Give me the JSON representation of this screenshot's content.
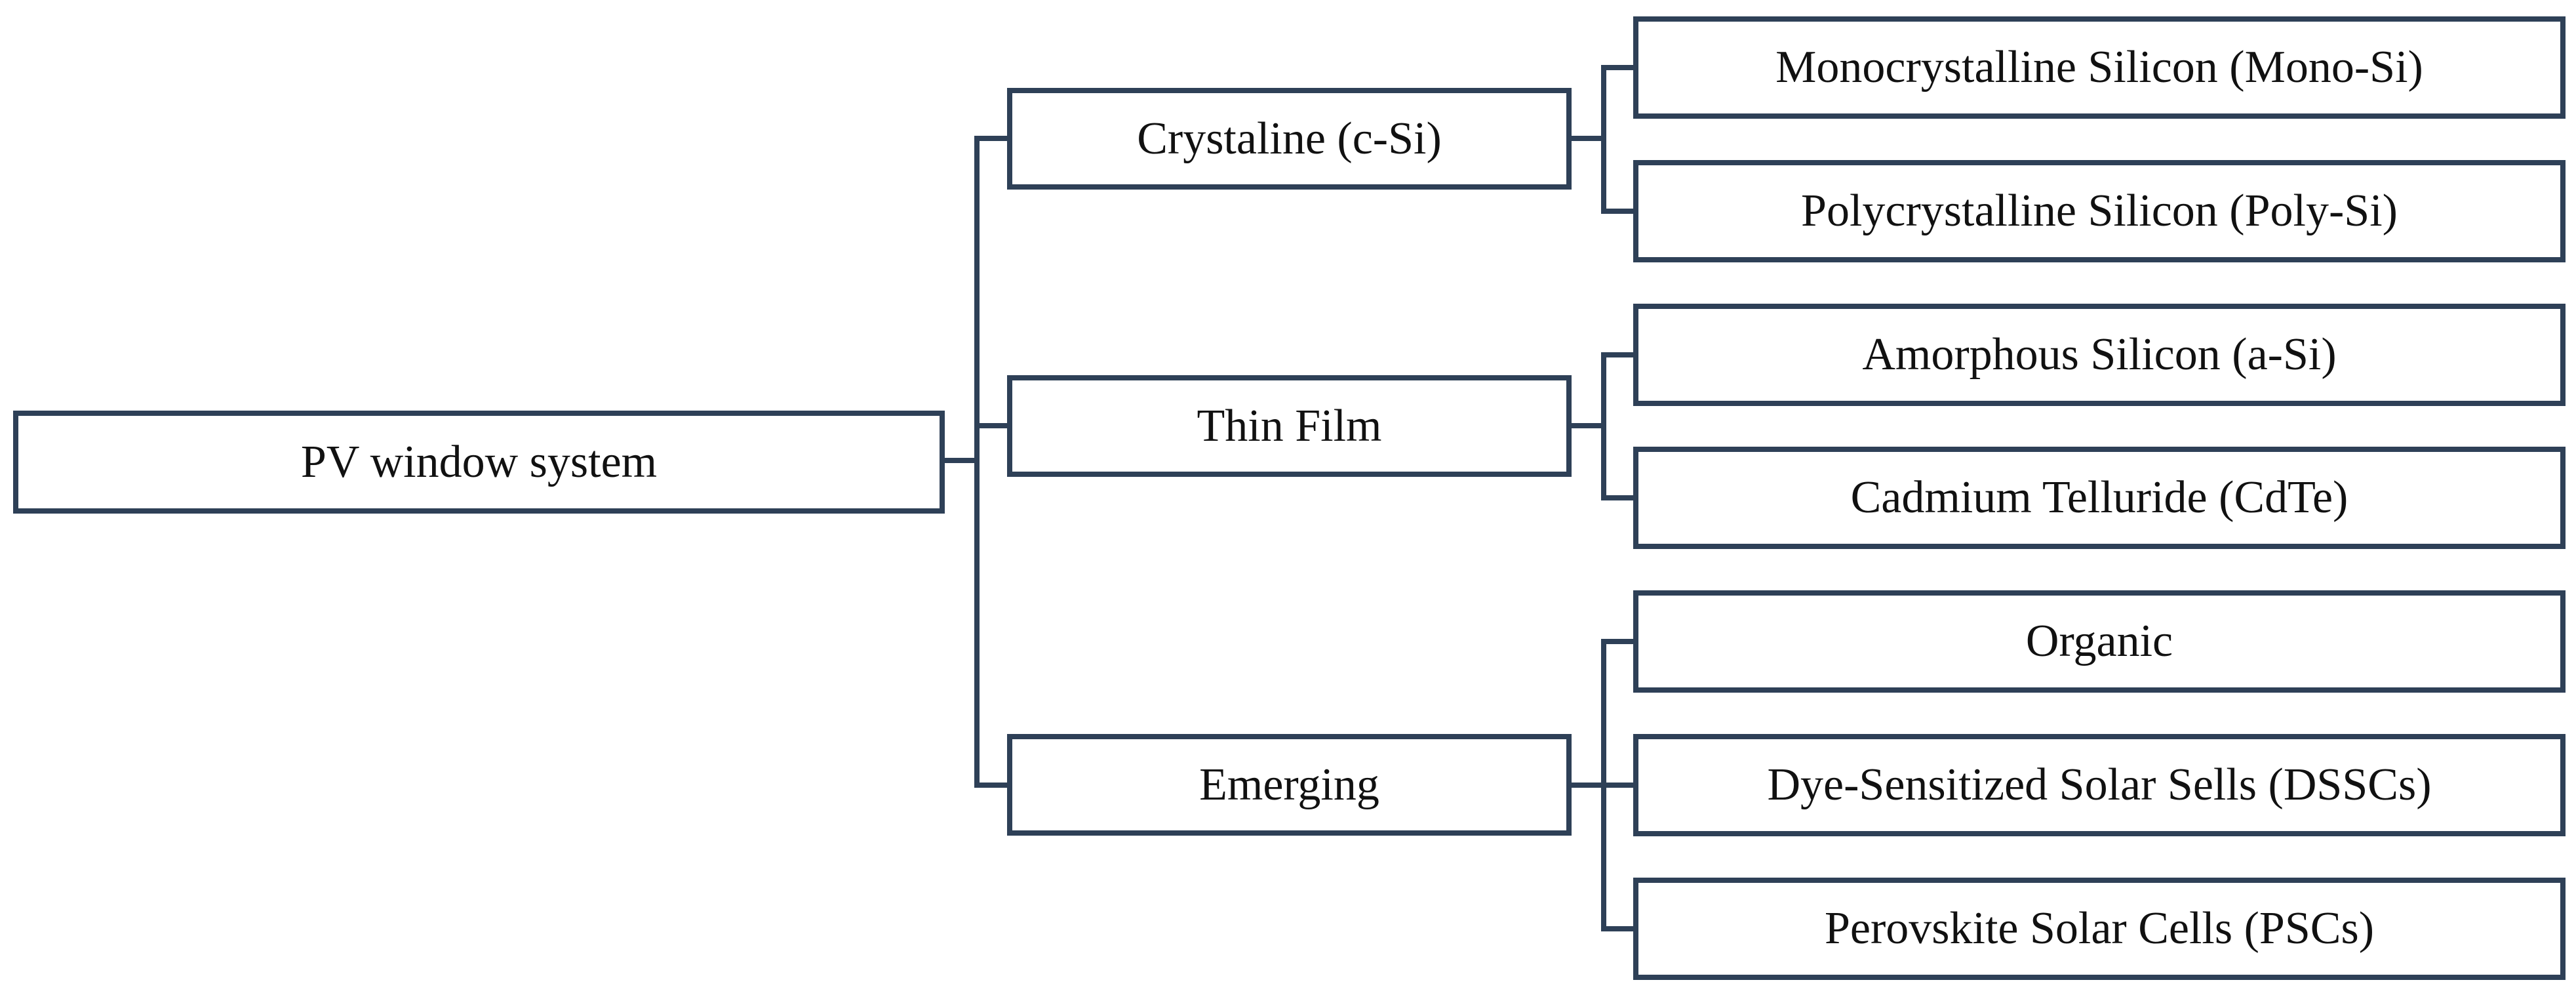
{
  "diagram": {
    "root": {
      "label": "PV window system",
      "children": [
        {
          "label": "Crystaline (c-Si)",
          "children": [
            {
              "label": "Monocrystalline Silicon (Mono-Si)"
            },
            {
              "label": "Polycrystalline Silicon (Poly-Si)"
            }
          ]
        },
        {
          "label": "Thin Film",
          "children": [
            {
              "label": "Amorphous Silicon (a-Si)"
            },
            {
              "label": "Cadmium Telluride (CdTe)"
            }
          ]
        },
        {
          "label": "Emerging",
          "children": [
            {
              "label": "Organic"
            },
            {
              "label": "Dye-Sensitized Solar Sells (DSSCs)"
            },
            {
              "label": "Perovskite Solar Cells (PSCs)"
            }
          ]
        }
      ]
    },
    "colors": {
      "stroke": "#2e4057",
      "text": "#111111",
      "background": "#ffffff"
    }
  }
}
